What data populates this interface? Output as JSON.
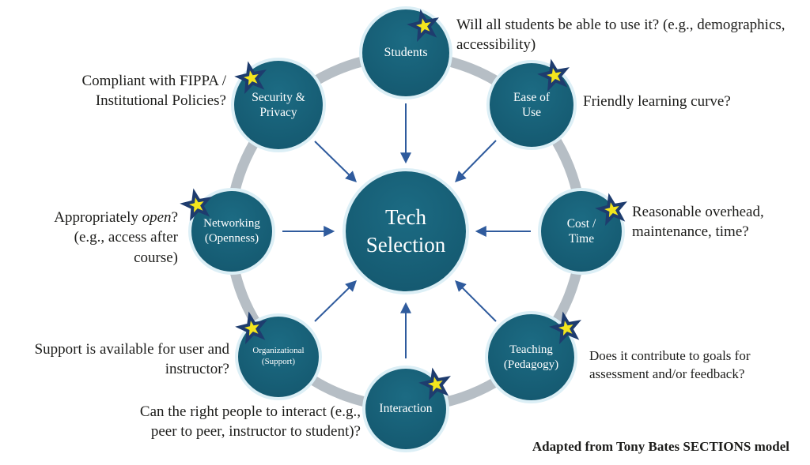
{
  "colors": {
    "node-fill": "#175E74",
    "node-halo": "#DCEFF6",
    "ring-gray": "#B6BEC5",
    "arrow-blue": "#2F5B9D",
    "star-yellow": "#F3E51D",
    "star-navy": "#1E3C6E",
    "text-ink": "#1D1D1B"
  },
  "center": {
    "label": "Tech Selection"
  },
  "nodes": [
    {
      "id": "students",
      "label": "Students",
      "note": "Will all students be able to use it? (e.g., demographics, accessibility)"
    },
    {
      "id": "ease-of-use",
      "label": "Ease of Use",
      "note": "Friendly learning curve?"
    },
    {
      "id": "cost-time",
      "label": "Cost / Time",
      "note": "Reasonable overhead, maintenance, time?"
    },
    {
      "id": "teaching",
      "label": "Teaching (Pedagogy)",
      "note": "Does it contribute to goals for assessment and/or feedback?"
    },
    {
      "id": "interaction",
      "label": "Interaction",
      "note": "Can the right people to interact (e.g., peer to peer, instructor to student)?"
    },
    {
      "id": "organizational",
      "label": "Organizational (Support)",
      "note": "Support is available for user and instructor?"
    },
    {
      "id": "networking",
      "label": "Networking (Openness)",
      "note_prefix": "Appropriately ",
      "note_italic": "open",
      "note_suffix": "? (e.g., access after course)"
    },
    {
      "id": "security",
      "label": "Security & Privacy",
      "note": "Compliant with FIPPA / Institutional Policies?"
    }
  ],
  "attribution": "Adapted from Tony Bates SECTIONS model"
}
